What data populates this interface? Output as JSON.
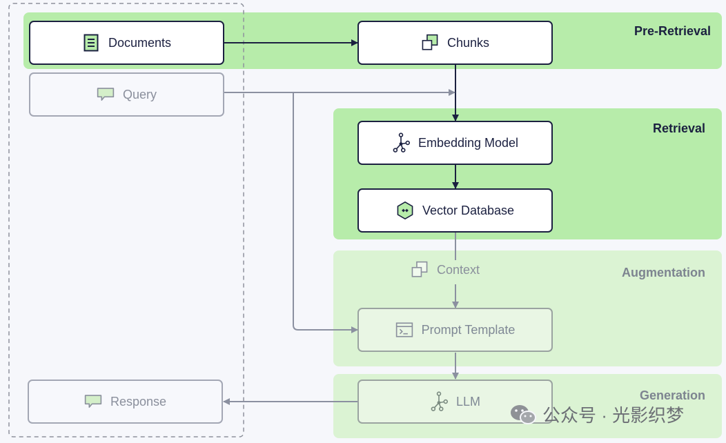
{
  "stages": {
    "pre_retrieval": "Pre-Retrieval",
    "retrieval": "Retrieval",
    "augmentation": "Augmentation",
    "generation": "Generation"
  },
  "nodes": {
    "documents": "Documents",
    "query": "Query",
    "chunks": "Chunks",
    "embedding_model": "Embedding Model",
    "vector_database": "Vector Database",
    "context": "Context",
    "prompt_template": "Prompt Template",
    "llm": "LLM",
    "response": "Response"
  },
  "icons": {
    "documents": "document-icon",
    "query": "chat-bubble-icon",
    "chunks": "stacked-squares-icon",
    "embedding_model": "network-icon",
    "vector_database": "hexagon-db-icon",
    "context": "stacked-squares-icon",
    "prompt_template": "terminal-icon",
    "llm": "network-icon",
    "response": "chat-bubble-icon"
  },
  "watermark": "公众号 · 光影织梦",
  "colors": {
    "panel_bright": "#b7ecaa",
    "panel_light": "#dbf3d3",
    "edge_dark": "#1b2040",
    "edge_muted": "#8b90a0"
  }
}
